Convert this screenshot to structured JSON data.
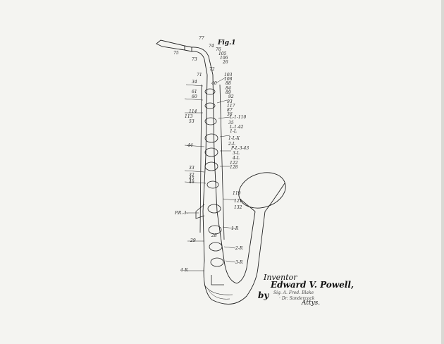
{
  "figure": {
    "title": "Fig.1"
  },
  "reference_labels": {
    "l77": "77",
    "l74": "74",
    "l76": "76",
    "l105": "105",
    "l106": "106",
    "l75": "75",
    "l73": "73",
    "l26": "26",
    "l72": "72",
    "l71": "71",
    "l103": "103",
    "l108": "108",
    "l88": "88",
    "l34": "34",
    "l40": "40",
    "l84": "84",
    "l89": "89",
    "l61": "61",
    "l60": "60",
    "l92": "92",
    "l93": "93",
    "l117": "117",
    "l87": "87",
    "l36": "36",
    "l114": "114",
    "l113": "113",
    "l53": "53",
    "lL1": "L-1-110",
    "lL142": "L-1-42",
    "l35": "35",
    "l1L": "1-L",
    "l1LX": "1-L-X",
    "l2L": "2-L",
    "lPL": "P-L-3-43",
    "l44": "44",
    "l3L": "3-L",
    "l4L": "4-L",
    "l122": "122",
    "l128": "128",
    "l33": "33",
    "l32": "32",
    "l45": "45",
    "l46": "46",
    "l119": "119",
    "l121": "121",
    "l132": "132",
    "lPR": "P.R.-1-",
    "l1R": "1-R",
    "l29": "29",
    "l28": "28",
    "l2R": "2-R",
    "l3R": "3-R",
    "l4R": "4-R"
  },
  "inventor": {
    "heading": "Inventor",
    "name": "Edward V. Powell,",
    "by": "by",
    "attorney_signature": "Sig. A. Fred. Blake",
    "attorney_note": "· Dr. Sandercock",
    "attys": "Attys."
  }
}
